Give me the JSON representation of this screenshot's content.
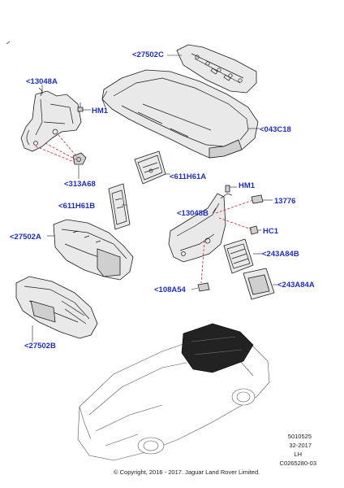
{
  "diagram": {
    "callouts": {
      "c27502C_top": "<27502C",
      "c13048A": "<13048A",
      "cHM1_left": "HM1",
      "c043C18": "<043C18",
      "c611H61A": "<611H61A",
      "c313A68": "<313A68",
      "cHM1_right": "HM1",
      "c611H61B": "<611H61B",
      "c13776": "13776",
      "c13048B": "<13048B",
      "c27502A": "<27502A",
      "cHC1": "HC1",
      "c243A84B": "<243A84B",
      "c108A54": "<108A54",
      "c243A84A": "<243A84A",
      "c27502B": "<27502B"
    },
    "footer": {
      "ref_number": "5010525",
      "date_code": "32-2017",
      "side": "LH",
      "drawing_code": "C0265280-03",
      "copyright": "© Copyright, 2016 - 2017. Jaguar Land Rover Limited."
    },
    "colors": {
      "callout": "#1e2fb8",
      "leader_highlight": "#d42020",
      "line": "#1c1c1c"
    }
  }
}
